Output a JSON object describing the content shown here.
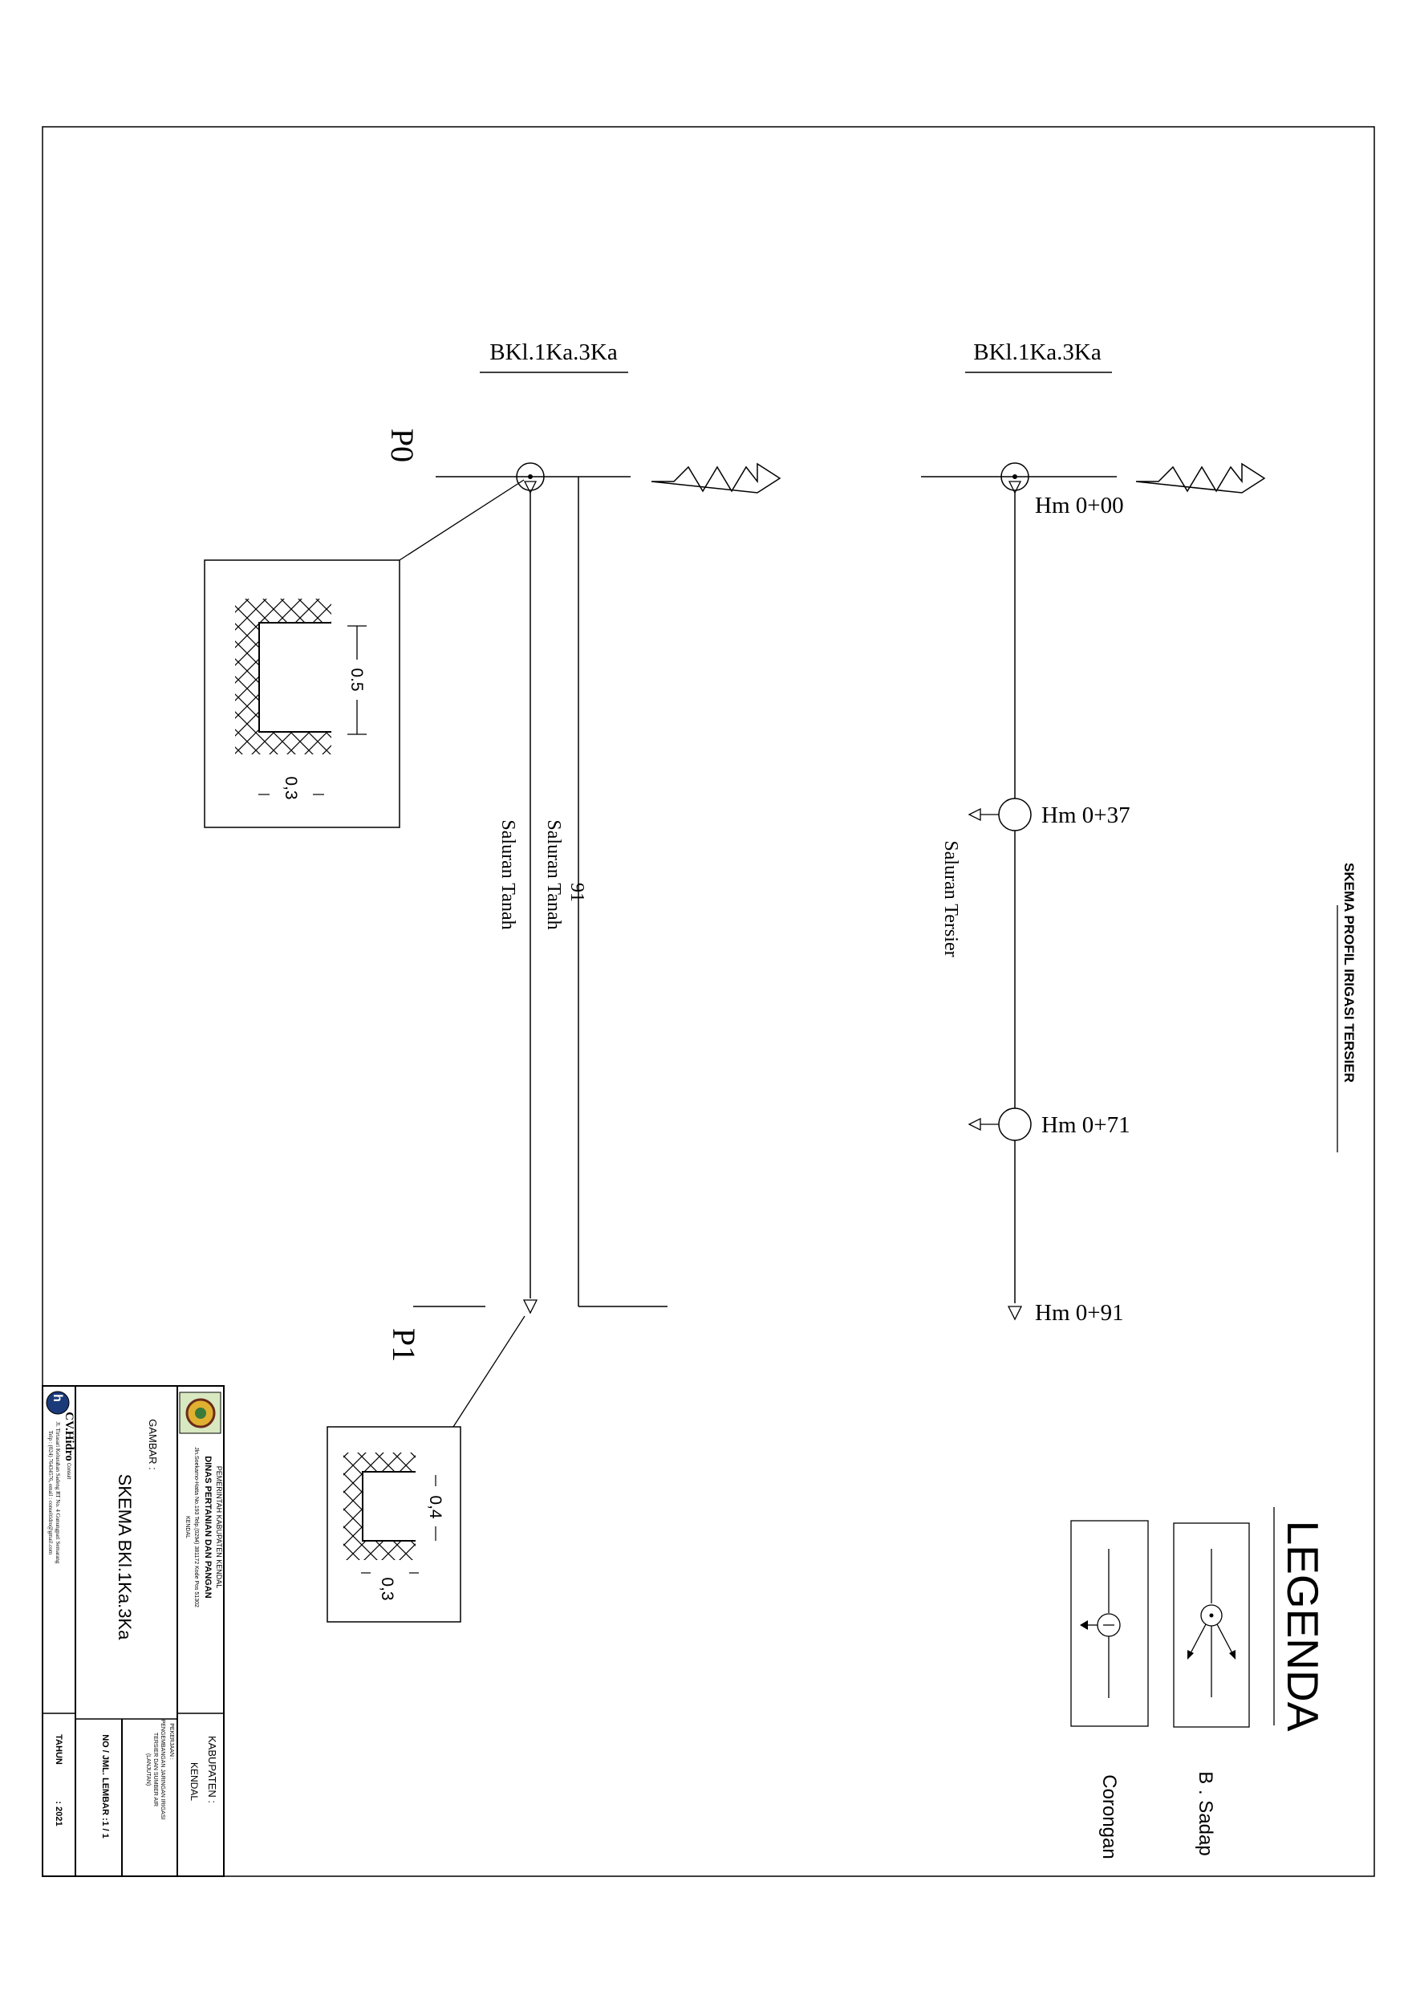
{
  "diagram": {
    "left_title": "BKl.1Ka.3Ka",
    "right_title": "BKl.1Ka.3Ka",
    "p0_label": "P0",
    "p1_label": "P1",
    "length_label": "91",
    "saluran_tanah_left": "Saluran Tanah",
    "saluran_tanah_right": "Saluran Tanah",
    "saluran_tersier": "Saluran Tersier",
    "section_p0": {
      "width": "0.5",
      "height": "0,3"
    },
    "section_p1": {
      "width": "0,4",
      "height": "0,3"
    },
    "stations": [
      "Hm 0+00",
      "Hm 0+37",
      "Hm 0+71",
      "Hm 0+91"
    ]
  },
  "legend": {
    "title": "LEGENDA",
    "items": [
      {
        "label": "B . Sadap",
        "icon": "sadap-symbol-icon"
      },
      {
        "label": "Corongan",
        "icon": "corongan-symbol-icon"
      }
    ]
  },
  "sheet_title": "SKEMA PROFIL IRIGASI TERSIER",
  "title_block": {
    "agency_line1": "PEMERINTAH KABUPATEN KENDAL",
    "agency_line2": "DINAS PERTANIAN DAN PANGAN",
    "agency_line3": "Jln.Soekarno-Hatta No.193 Telp.(0294) 381172 Kode Pos 51302",
    "agency_line4": "KENDAL",
    "kabupaten_label": "KABUPATEN :",
    "kabupaten_value": "KENDAL",
    "pekerjaan_label": "PEKERJAAN :",
    "pekerjaan_line1": "PENGEMBANGAN JARINGAN IRIGASI",
    "pekerjaan_line2": "TERSIER DAN SUMBER AIR",
    "pekerjaan_line3": "(LANJUTAN)",
    "gambar_label": "GAMBAR :",
    "gambar_value": "SKEMA BKl.1Ka.3Ka",
    "no_label": "NO / JML. LEMBAR :",
    "no_value": "1 / 1",
    "company_name": "CV.Hidro",
    "company_sub": "Consult",
    "company_address": "Jl. Tirtasari Kelurahan Sadeng RT No. 4 Gunungpati Semarang",
    "company_contact": "Telp : (024) 76434576, email : conseltidro@gmail.com",
    "tahun_label": "TAHUN",
    "tahun_value": ": 2021"
  }
}
